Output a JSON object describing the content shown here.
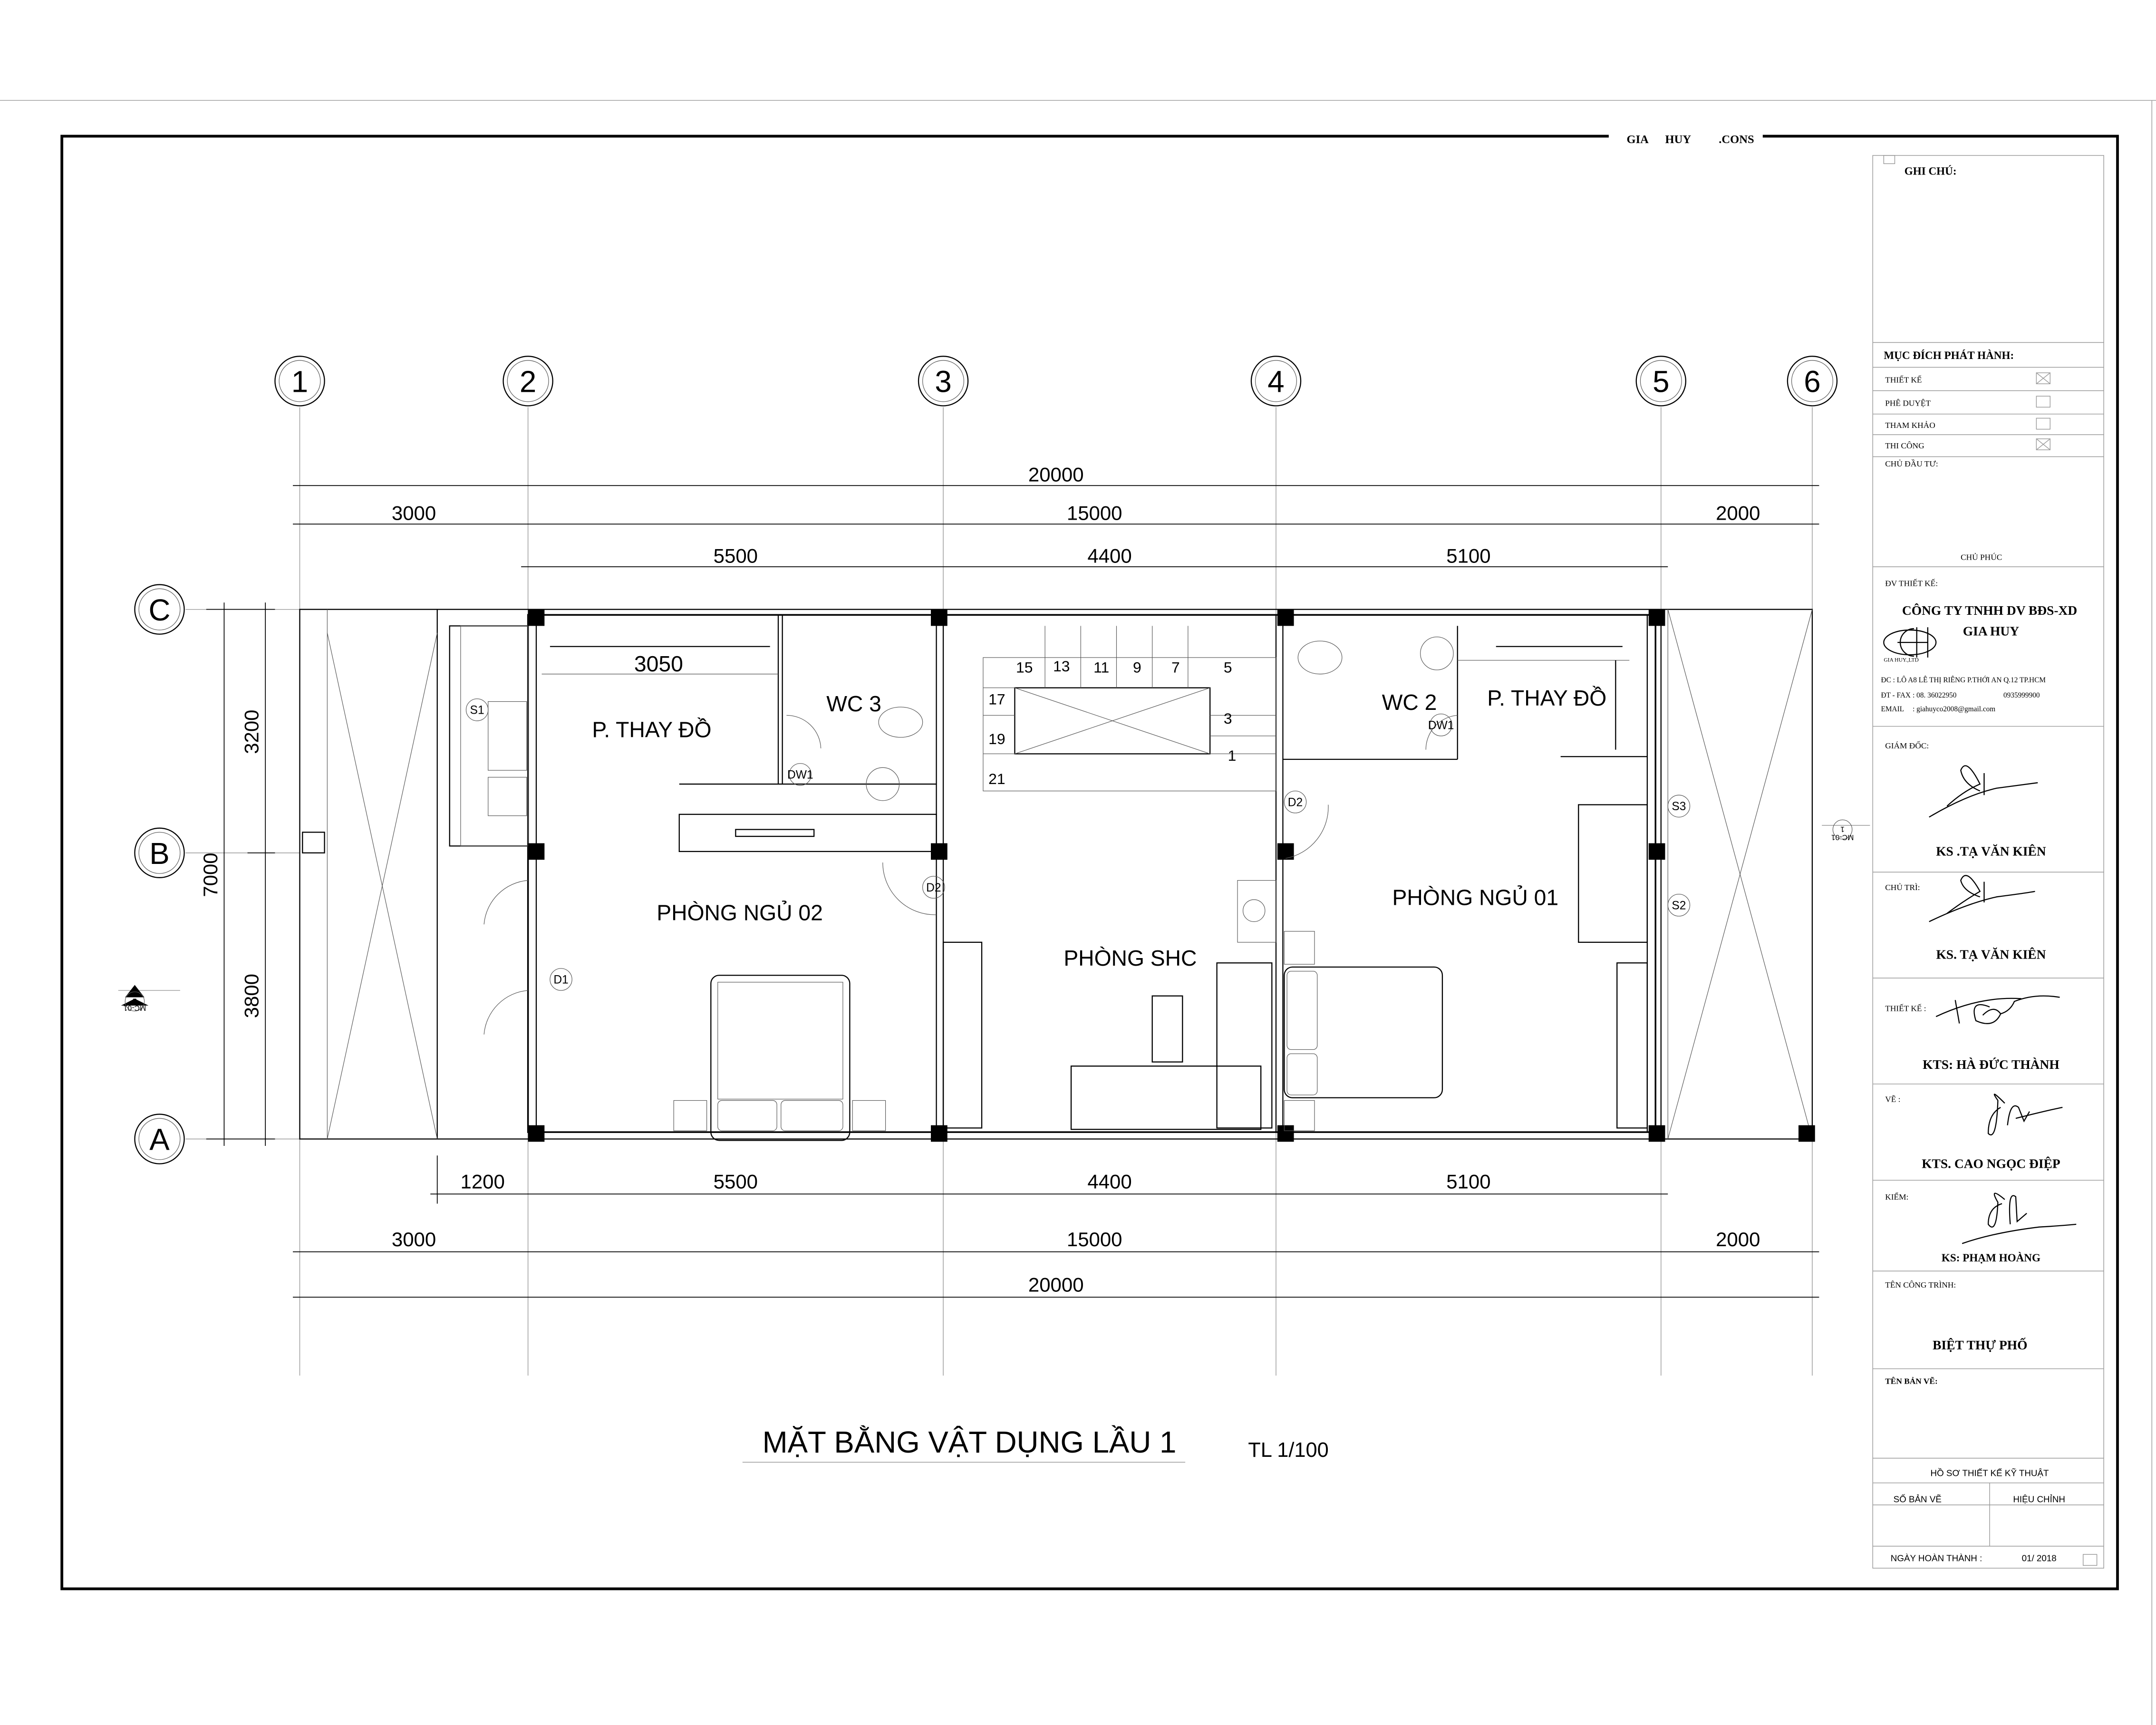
{
  "header": {
    "brand_parts": [
      "GIA",
      "HUY",
      ".CONS"
    ]
  },
  "grid": {
    "columns": [
      "1",
      "2",
      "3",
      "4",
      "5",
      "6"
    ],
    "rows": [
      "C",
      "B",
      "A"
    ]
  },
  "dimensions": {
    "top_total": "20000",
    "top_mid": [
      "3000",
      "15000",
      "2000"
    ],
    "top_rooms": [
      "5500",
      "4400",
      "5100"
    ],
    "bottom_rooms": [
      "1200",
      "5500",
      "4400",
      "5100"
    ],
    "bottom_mid": [
      "3000",
      "15000",
      "2000"
    ],
    "bottom_total": "20000",
    "left_total": "7000",
    "left_parts": [
      "3200",
      "3800"
    ],
    "wardrobe_width": "3050"
  },
  "rooms": {
    "dressing_left": "P. THAY ĐỒ",
    "wc3": "WC 3",
    "bedroom2": "PHÒNG NGỦ 02",
    "living": "PHÒNG SHC",
    "wc2": "WC 2",
    "dressing_right": "P. THAY ĐỒ",
    "bedroom1": "PHÒNG NGỦ 01"
  },
  "stairs": {
    "steps": [
      "15",
      "13",
      "11",
      "9",
      "7",
      "5",
      "17",
      "3",
      "19",
      "1",
      "21"
    ]
  },
  "tags": {
    "d1": "D1",
    "d2": "D2",
    "dw1": "DW1",
    "s1": "S1",
    "s2": "S2",
    "s3": "S3"
  },
  "section_mark": {
    "number": "1",
    "sheet": "MC-01"
  },
  "drawing_title": {
    "title": "MẶT BẰNG VẬT DỤNG LẦU 1",
    "scale": "TL 1/100"
  },
  "title_block": {
    "notes_label": "GHI CHÚ:",
    "purpose_label": "MỤC ĐÍCH PHÁT HÀNH:",
    "purposes": [
      {
        "label": "THIẾT KẾ",
        "checked": true
      },
      {
        "label": "PHÊ DUYỆT",
        "checked": false
      },
      {
        "label": "THAM KHẢO",
        "checked": false
      },
      {
        "label": "THI CÔNG",
        "checked": true
      }
    ],
    "owner_label": "CHỦ ĐẦU TƯ:",
    "owner": "CHỦ PHÚC",
    "designer_unit_label": "ĐV THIẾT KẾ:",
    "company_line1": "CÔNG TY TNHH DV BĐS-XD",
    "company_line2": "GIA HUY",
    "logo_text": "GIA HUY.,LTD",
    "address": "ĐC : LÔ A8 LÊ THỊ RIÊNG P.THỚI AN Q.12 TP.HCM",
    "phone_label": "ĐT - FAX",
    "phone": ": 08. 36022950",
    "mobile": "0935999900",
    "email_label": "EMAIL",
    "email": ": giahuyco2008@gmail.com",
    "director_label": "GIÁM ĐỐC:",
    "director": "KS .TẠ VĂN KIÊN",
    "lead_label": "CHỦ TRÌ:",
    "lead": "KS. TẠ VĂN KIÊN",
    "design_label": "THIẾT KẾ  :",
    "design": "KTS: HÀ ĐỨC THÀNH",
    "drawn_label": "VẼ :",
    "drawn": "KTS. CAO NGỌC ĐIỆP",
    "check_label": "KIỂM:",
    "check": "KS: PHẠM HOÀNG",
    "project_label": "TÊN CÔNG TRÌNH:",
    "project": "BIỆT THỰ  PHỐ",
    "sheet_name_label": "TÊN BẢN VẼ:",
    "dossier": "HỒ SƠ THIẾT KẾ KỸ THUẬT",
    "sheet_no_label": "SỐ BẢN VẼ",
    "revision_label": "HIỆU CHỈNH",
    "completion_label": "NGÀY HOÀN THÀNH :",
    "completion_date": "01/ 2018"
  }
}
